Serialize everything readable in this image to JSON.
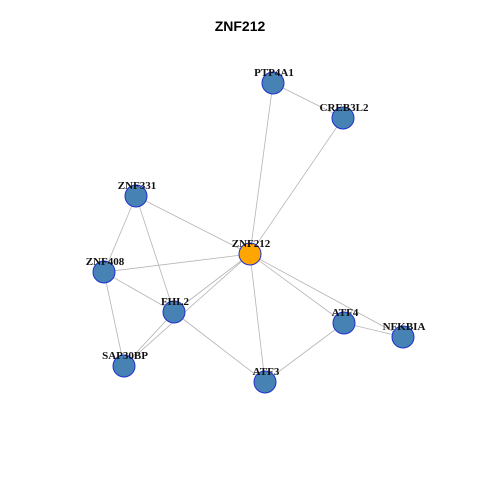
{
  "title": "ZNF212",
  "colors": {
    "hub": "#ffa500",
    "node": "#4682b4",
    "node_border": "#1f2fcf",
    "edge": "#b4b4b4"
  },
  "nodes": [
    {
      "id": "PTP4A1",
      "label": "PTP4A1",
      "hub": false
    },
    {
      "id": "CREB3L2",
      "label": "CREB3L2",
      "hub": false
    },
    {
      "id": "ZNF331",
      "label": "ZNF331",
      "hub": false
    },
    {
      "id": "ZNF212",
      "label": "ZNF212",
      "hub": true
    },
    {
      "id": "ZNF408",
      "label": "ZNF408",
      "hub": false
    },
    {
      "id": "FHL2",
      "label": "FHL2",
      "hub": false
    },
    {
      "id": "ATF4",
      "label": "ATF4",
      "hub": false
    },
    {
      "id": "NFKBIA",
      "label": "NFKBIA",
      "hub": false
    },
    {
      "id": "SAP30BP",
      "label": "SAP30BP",
      "hub": false
    },
    {
      "id": "ATF3",
      "label": "ATF3",
      "hub": false
    }
  ],
  "edges": [
    [
      "PTP4A1",
      "CREB3L2"
    ],
    [
      "PTP4A1",
      "ZNF212"
    ],
    [
      "CREB3L2",
      "ZNF212"
    ],
    [
      "ZNF331",
      "ZNF212"
    ],
    [
      "ZNF331",
      "ZNF408"
    ],
    [
      "ZNF331",
      "FHL2"
    ],
    [
      "ZNF408",
      "ZNF212"
    ],
    [
      "ZNF408",
      "FHL2"
    ],
    [
      "ZNF408",
      "SAP30BP"
    ],
    [
      "FHL2",
      "ZNF212"
    ],
    [
      "FHL2",
      "SAP30BP"
    ],
    [
      "FHL2",
      "ATF3"
    ],
    [
      "SAP30BP",
      "ZNF212"
    ],
    [
      "ZNF212",
      "ATF4"
    ],
    [
      "ZNF212",
      "NFKBIA"
    ],
    [
      "ZNF212",
      "ATF3"
    ],
    [
      "ATF4",
      "NFKBIA"
    ],
    [
      "ATF4",
      "ATF3"
    ]
  ]
}
